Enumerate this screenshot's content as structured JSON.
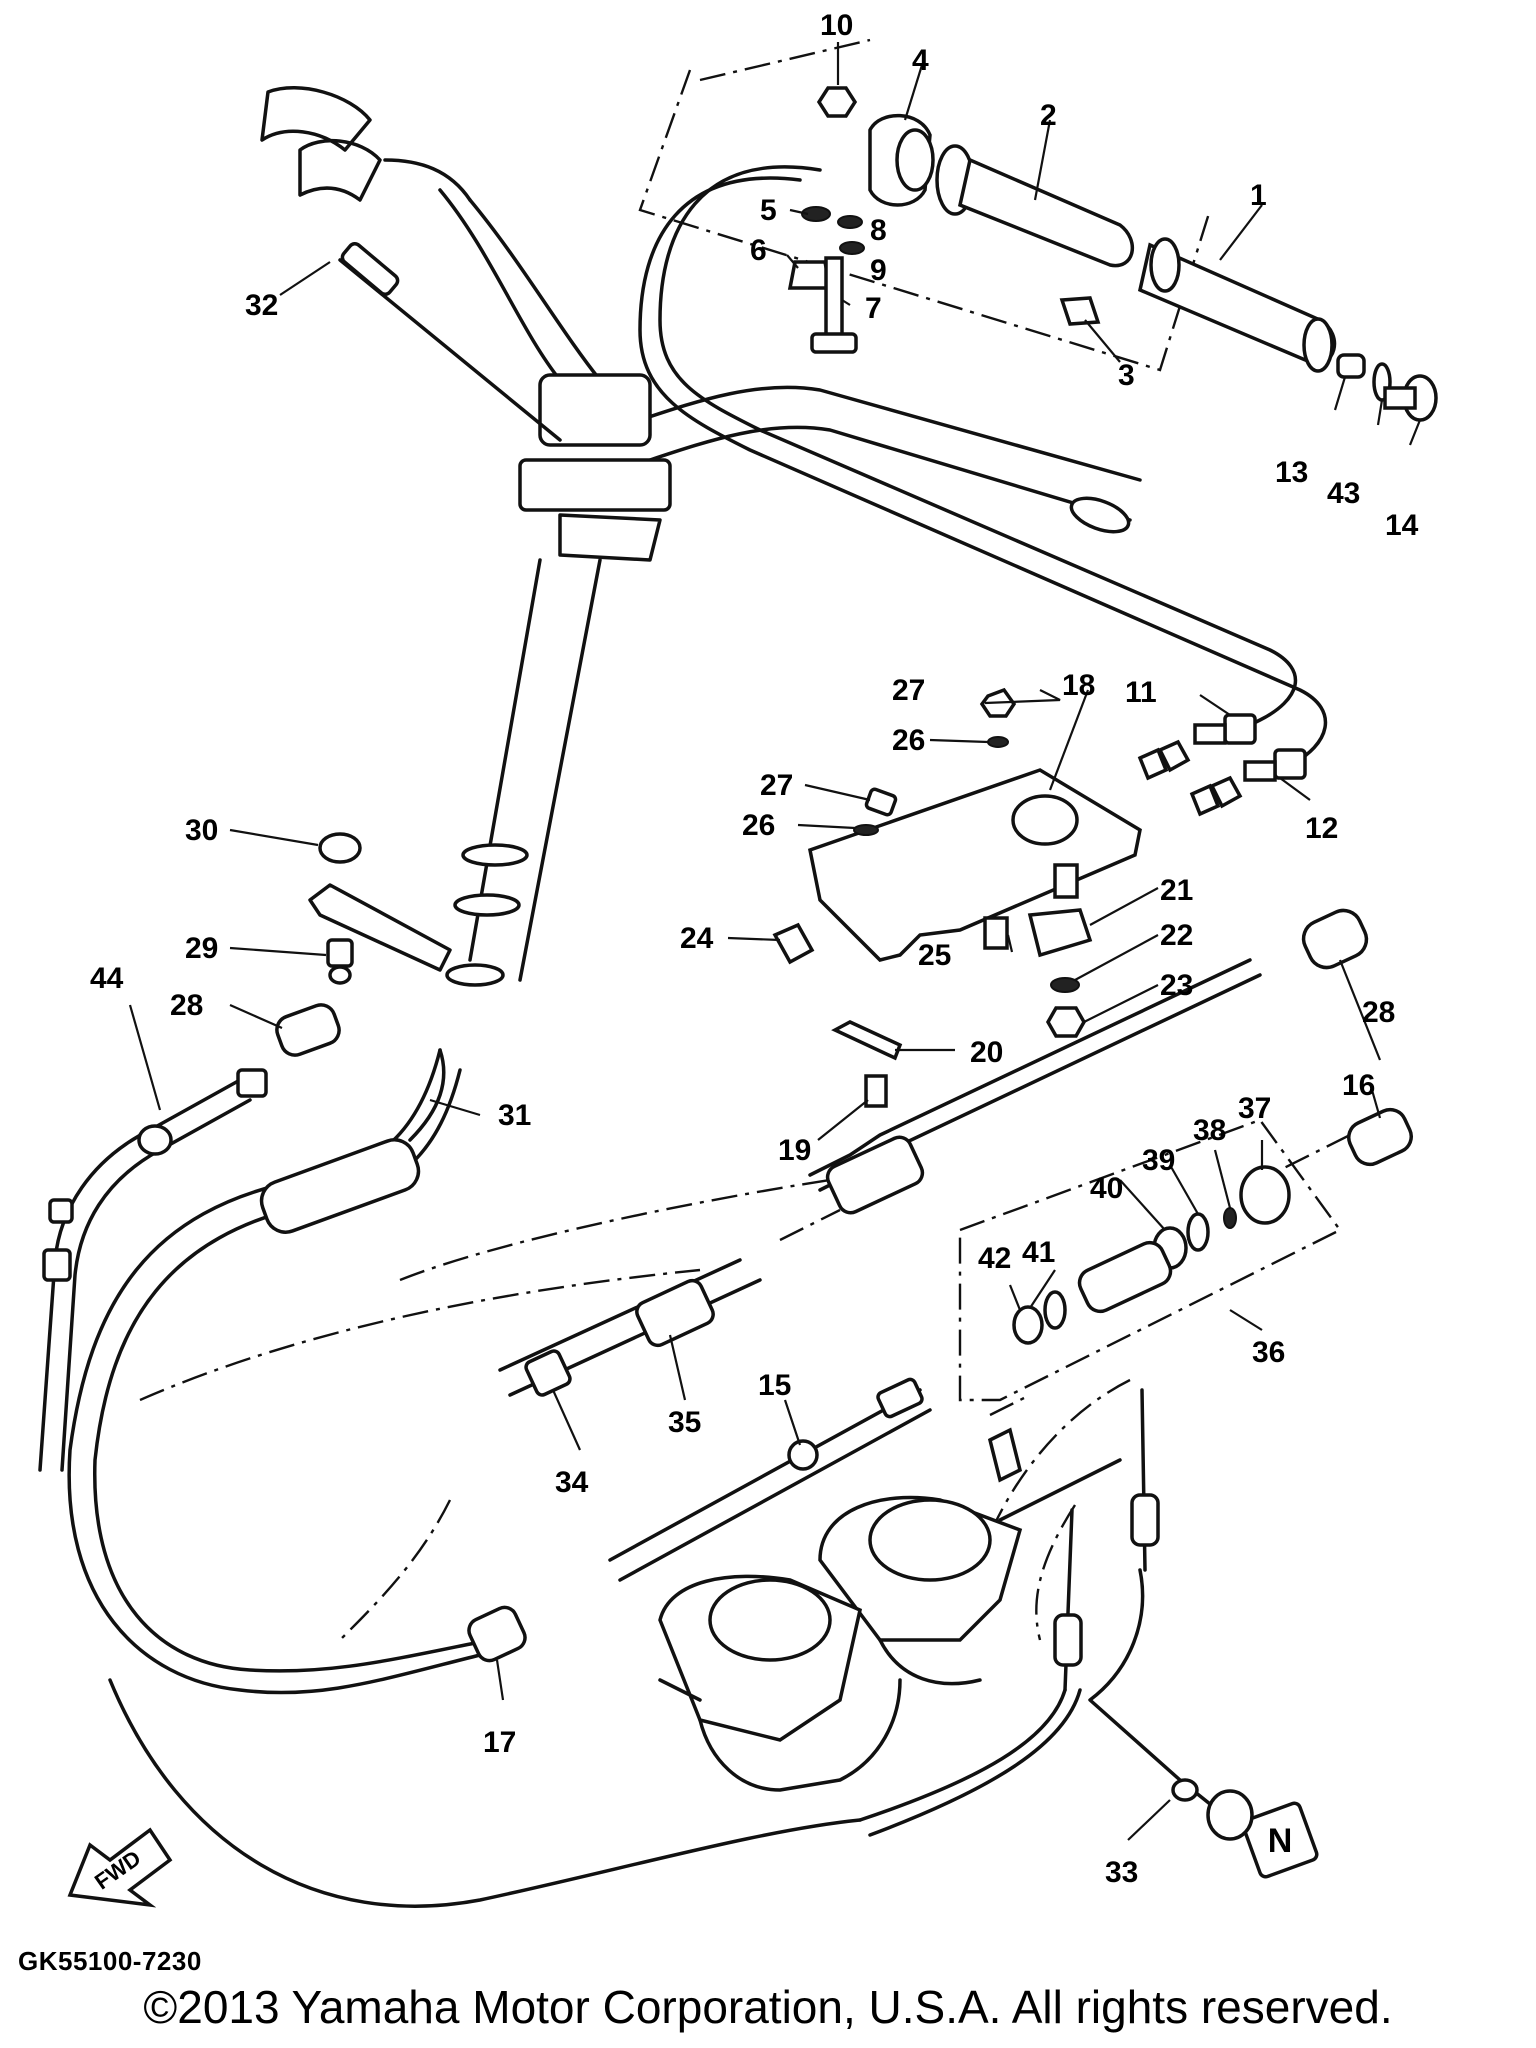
{
  "callouts": {
    "c1": "1",
    "c2": "2",
    "c3": "3",
    "c4": "4",
    "c5": "5",
    "c6": "6",
    "c7": "7",
    "c8": "8",
    "c9": "9",
    "c10": "10",
    "c11": "11",
    "c12": "12",
    "c13": "13",
    "c14": "14",
    "c15": "15",
    "c16": "16",
    "c17": "17",
    "c18": "18",
    "c19": "19",
    "c20": "20",
    "c21": "21",
    "c22": "22",
    "c23": "23",
    "c24": "24",
    "c25": "25",
    "c26a": "26",
    "c26b": "26",
    "c27a": "27",
    "c27b": "27",
    "c28a": "28",
    "c28b": "28",
    "c29": "29",
    "c30": "30",
    "c31": "31",
    "c32": "32",
    "c33": "33",
    "c34": "34",
    "c35": "35",
    "c36": "36",
    "c37": "37",
    "c38": "38",
    "c39": "39",
    "c40": "40",
    "c41": "41",
    "c42": "42",
    "c43": "43",
    "c44": "44"
  },
  "fwd_label": "FWD",
  "knob_label": "N",
  "diagram_code": "GK55100-7230",
  "copyright": "©2013 Yamaha Motor Corporation, U.S.A. All rights reserved."
}
